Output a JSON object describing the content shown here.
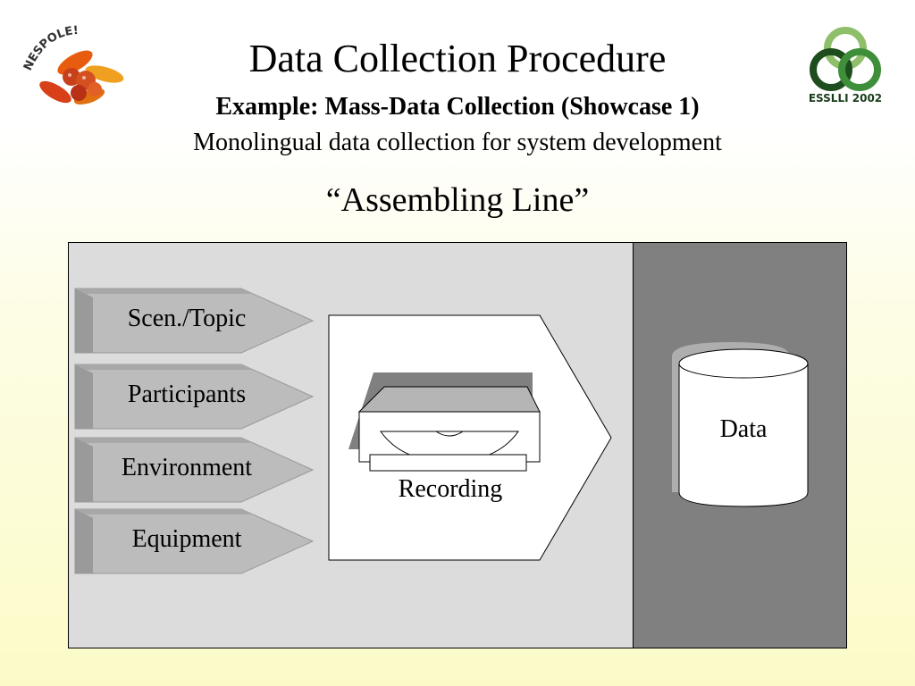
{
  "header": {
    "title": "Data Collection Procedure",
    "subtitle_bold": "Example: Mass-Data Collection (Showcase 1)",
    "subtitle": "Monolingual data collection for system development",
    "section_title": "“Assembling Line”"
  },
  "logos": {
    "left_text": "NESPOLE!",
    "right_text": "ESSLLI 2002"
  },
  "diagram": {
    "inputs": [
      "Scen./Topic",
      "Participants",
      "Environment",
      "Equipment"
    ],
    "process_label": "Recording",
    "output_label": "Data"
  },
  "colors": {
    "panel_light": "#dcdcdc",
    "panel_dark": "#808080",
    "chevron": "#bcbcbc",
    "chevron_dark": "#9a9a9a"
  }
}
